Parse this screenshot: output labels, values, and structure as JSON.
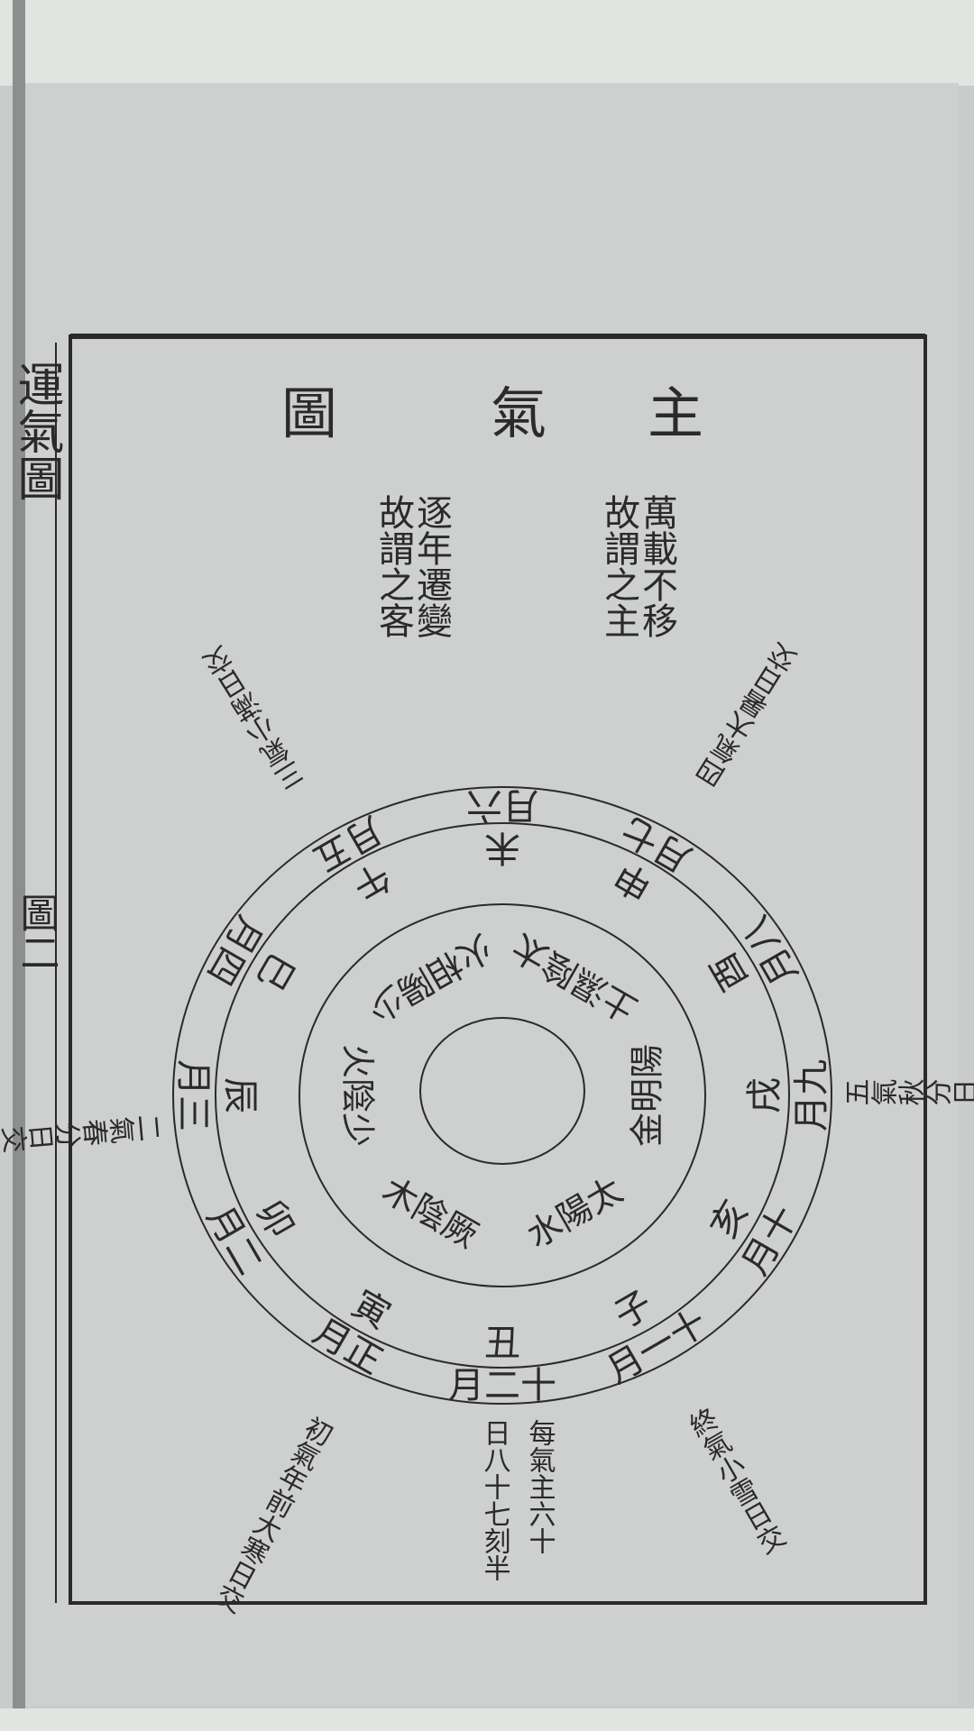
{
  "margin": {
    "book_title": "運氣圖",
    "page_label": "圖二"
  },
  "title": [
    "主",
    "氣",
    "圖"
  ],
  "notes": {
    "host_line1": "萬載不移",
    "host_line2": "故謂之主",
    "guest_line1": "逐年遷變",
    "guest_line2": "故謂之客"
  },
  "months": [
    "九月",
    "十月",
    "十一月",
    "十二月",
    "正月",
    "二月",
    "三月",
    "四月",
    "五月",
    "六月",
    "七月",
    "八月"
  ],
  "branches": [
    "戌",
    "亥",
    "子",
    "丑",
    "寅",
    "卯",
    "辰",
    "巳",
    "午",
    "未",
    "申",
    "酉"
  ],
  "six_qi": [
    "陽明金",
    "太陽水",
    "厥陰木",
    "少陰火",
    "少陽相火",
    "太陰濕土"
  ],
  "phases": [
    {
      "label": "五氣秋分日交"
    },
    {
      "label": "終氣小雪日交"
    },
    {
      "label": "初氣年前大寒日交"
    },
    {
      "label": "二氣春分日交"
    },
    {
      "label": "三氣小滿日交"
    },
    {
      "label": "四氣大暑日交"
    }
  ],
  "footer_note": {
    "line1": "每氣主六十",
    "line2": "日八十七刻半"
  },
  "colors": {
    "ink": "#2a2a2a",
    "paper": "#cdd0ce"
  }
}
